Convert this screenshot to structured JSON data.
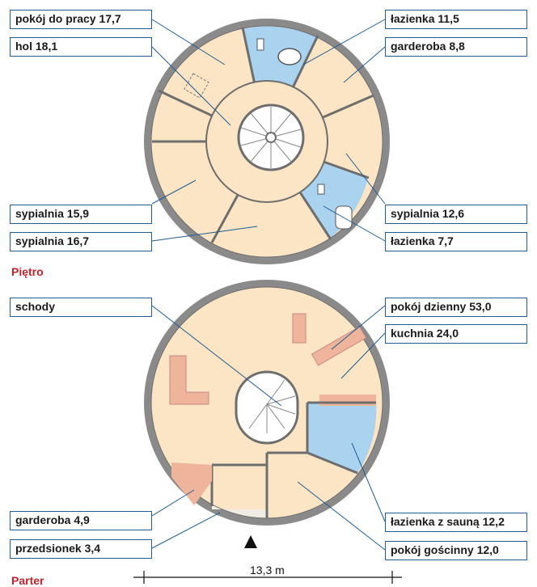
{
  "upper_floor": {
    "title": "Piętro",
    "labels": {
      "pokoj_do_pracy": "pokój do pracy 17,7",
      "hol": "hol 18,1",
      "lazienka_11": "łazienka 11,5",
      "garderoba_8": "garderoba 8,8",
      "sypialnia_15": "sypialnia 15,9",
      "sypialnia_16": "sypialnia 16,7",
      "sypialnia_12": "sypialnia 12,6",
      "lazienka_7": "łazienka 7,7"
    }
  },
  "ground_floor": {
    "title": "Parter",
    "labels": {
      "schody": "schody",
      "pokoj_dzienny": "pokój dzienny 53,0",
      "kuchnia": "kuchnia 24,0",
      "garderoba_4": "garderoba 4,9",
      "przedsionek": "przedsionek 3,4",
      "lazienka_sauna": "łazienka z sauną 12,2",
      "pokoj_goscinny": "pokój gościnny 12,0"
    }
  },
  "dimension": "13,3 m",
  "colors": {
    "room_fill": "#fbe5c4",
    "bathroom_fill": "#a9d3ef",
    "furniture_fill": "#eeb59b",
    "wall": "#8a8a8a",
    "leader_line": "#1f5c93",
    "title_red": "#c0232b"
  }
}
